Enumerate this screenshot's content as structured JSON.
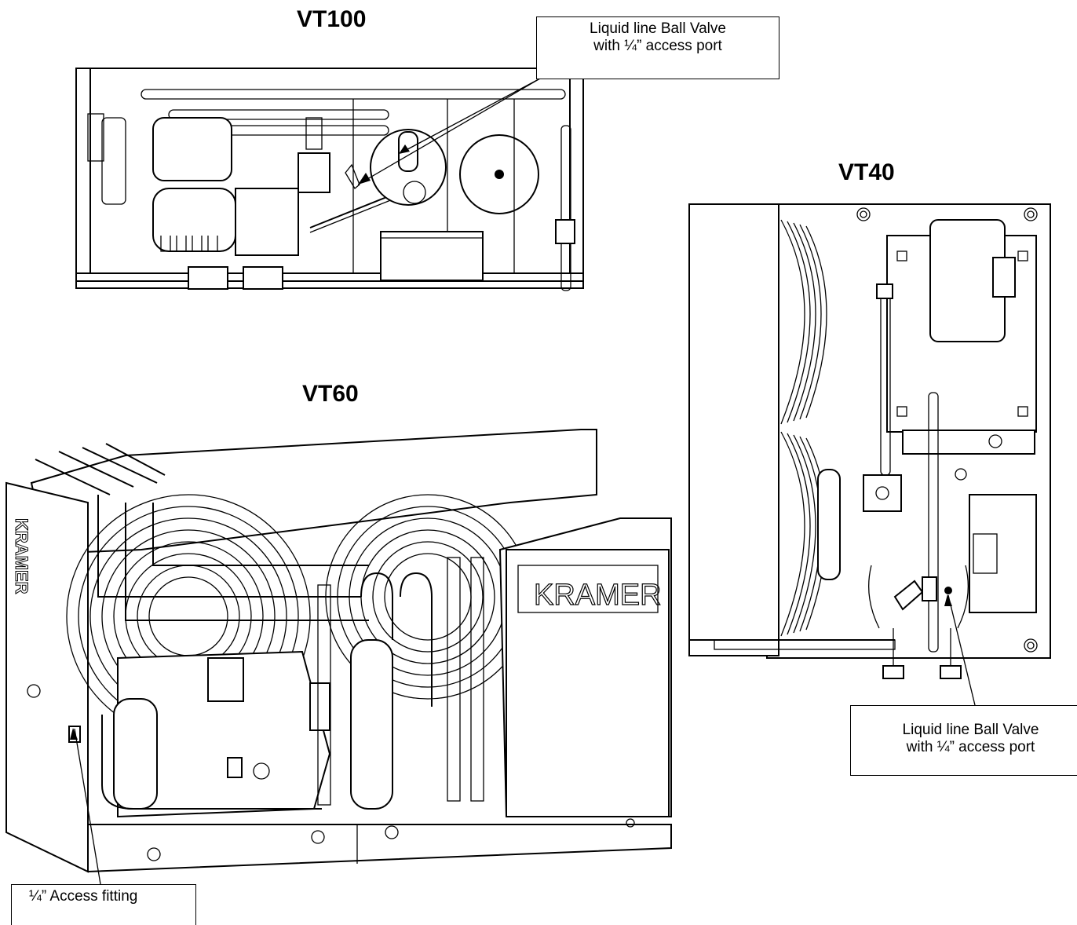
{
  "units": {
    "vt100": {
      "title": "VT100",
      "callout": {
        "line1": "Liquid line Ball Valve",
        "line2": "with ¼” access port"
      }
    },
    "vt40": {
      "title": "VT40",
      "callout": {
        "line1": "Liquid line Ball Valve",
        "line2": "with ¼” access port"
      }
    },
    "vt60": {
      "title": "VT60",
      "callout": {
        "line1": "¼” Access fitting"
      },
      "brand_left": "KRAMER",
      "brand_right": "KRAMER"
    }
  },
  "colors": {
    "line": "#000000",
    "background": "#ffffff"
  }
}
